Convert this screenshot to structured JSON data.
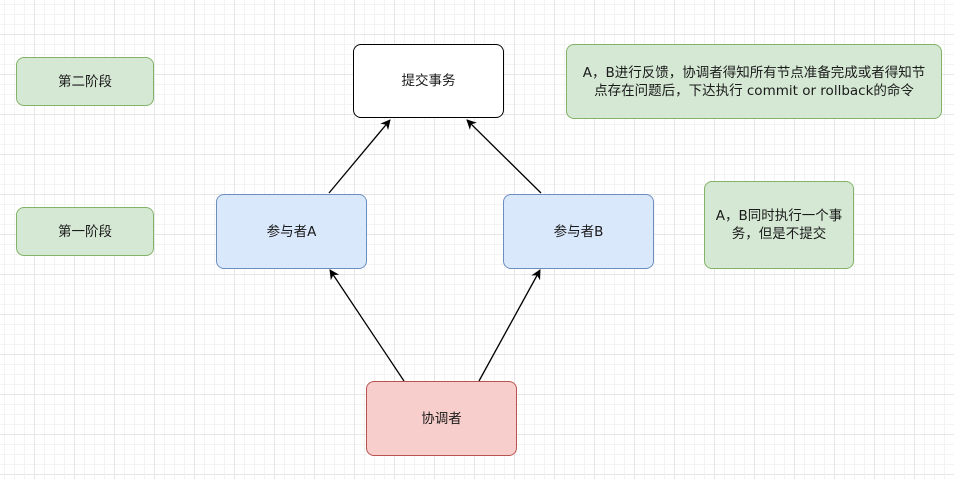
{
  "stages": {
    "phase2": "第二阶段",
    "phase1": "第一阶段"
  },
  "nodes": {
    "commit": "提交事务",
    "participant_a": "参与者A",
    "participant_b": "参与者B",
    "coordinator": "协调者"
  },
  "notes": {
    "phase2_note": "A，B进行反馈，协调者得知所有节点准备完成或者得知节点存在问题后，下达执行 commit or rollback的命令",
    "phase1_note": "A，B同时执行一个事务，但是不提交"
  },
  "colors": {
    "green_fill": "#d5e8d4",
    "green_stroke": "#82b366",
    "blue_fill": "#dae8fc",
    "blue_stroke": "#6c8ebf",
    "red_fill": "#f8cecc",
    "red_stroke": "#b85450",
    "edge": "#000000"
  }
}
